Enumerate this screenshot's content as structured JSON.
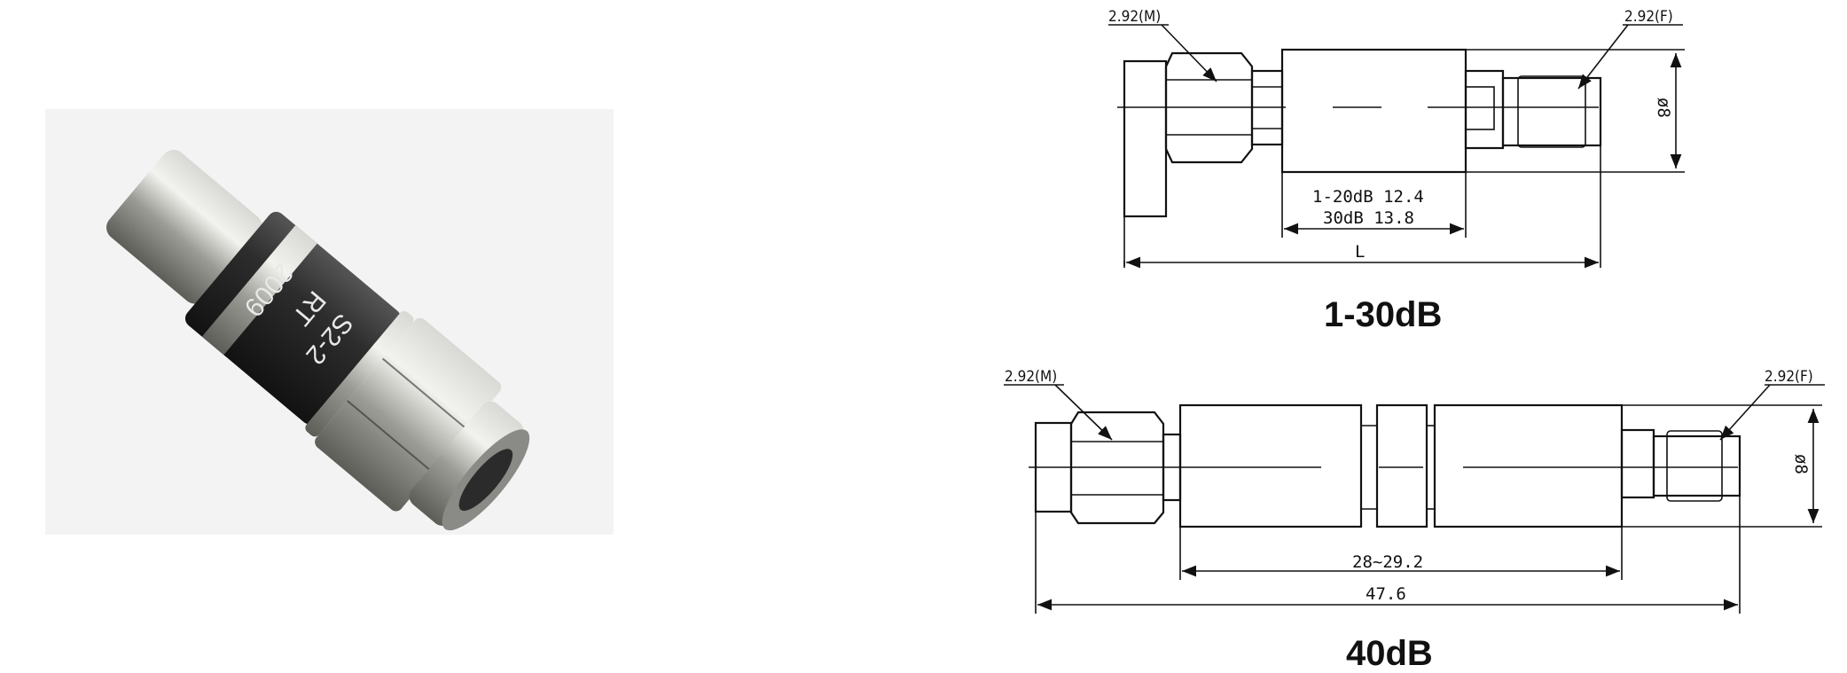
{
  "photo": {
    "markings": [
      "2009",
      "RT",
      "S2-2"
    ],
    "colors": {
      "background": "#f3f3f3",
      "body": "#2a2a2a",
      "metal": "#a9a9a4"
    }
  },
  "drawing_1_30dB": {
    "connector_left": "2.92(M)",
    "connector_right": "2.92(F)",
    "diameter": "ø8",
    "body_length_line1": "1-20dB 12.4",
    "body_length_line2": "30dB 13.8",
    "overall_length": "L",
    "title": "1-30dB"
  },
  "drawing_40dB": {
    "connector_left": "2.92(M)",
    "connector_right": "2.92(F)",
    "diameter": "ø8",
    "body_length": "28~29.2",
    "overall_length": "47.6",
    "title": "40dB"
  }
}
